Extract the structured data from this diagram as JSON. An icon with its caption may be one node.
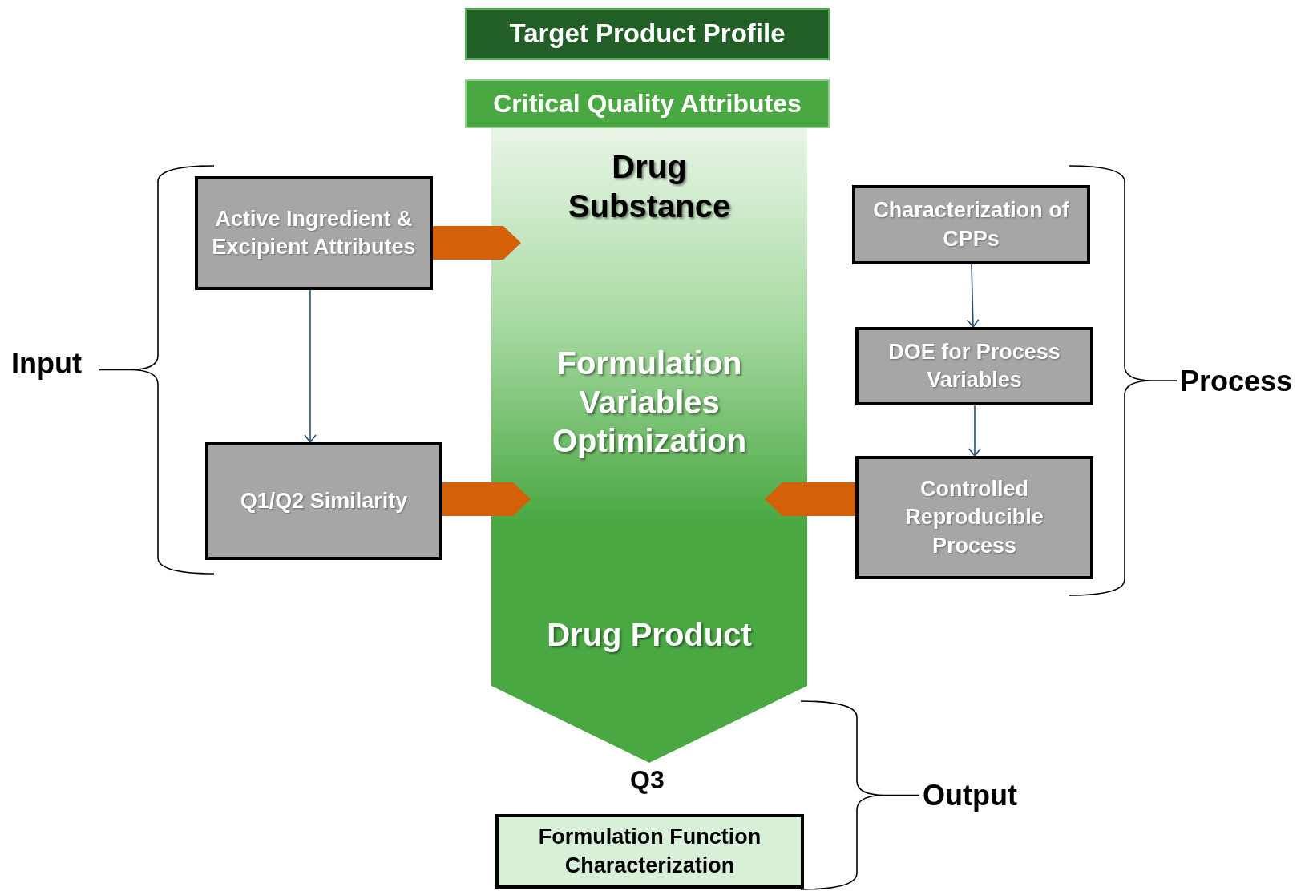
{
  "diagram": {
    "nodes": [
      {
        "text": [
          "Target Product Profile"
        ]
      },
      {
        "text": [
          "Critical Quality Attributes"
        ]
      },
      {
        "text": [],
        "shape": "arrow"
      },
      {
        "text": [
          "Drug Substance"
        ],
        "in": 2
      },
      {
        "text": [
          "Formulation Variables Optimization"
        ],
        "in": 2
      },
      {
        "text": [
          "Drug Product"
        ],
        "in": 2
      },
      {
        "text": [
          "Active Ingredient & Excipient Attributes"
        ]
      },
      {
        "text": [
          "Q1/Q2 Similarity"
        ]
      },
      {
        "text": [
          "Characterization of CPPs"
        ]
      },
      {
        "text": [
          "DOE for Process Variables"
        ]
      },
      {
        "text": [
          "Controlled Reproducible Process"
        ]
      },
      {
        "text": [
          "Formulation Function Characterization"
        ]
      }
    ],
    "edges": [
      {
        "from": 3,
        "to": 4,
        "arrow": "to",
        "color": "#808080"
      },
      {
        "from": 4,
        "to": 5,
        "arrow": "to",
        "color": "#808080"
      },
      {
        "from": 6,
        "to": 7,
        "arrow": "to"
      },
      {
        "from": 8,
        "to": 9,
        "arrow": "to"
      },
      {
        "from": 9,
        "to": 10,
        "arrow": "to"
      },
      {
        "from": 6,
        "to": 2,
        "arrow": "to",
        "color": "#d4600a"
      },
      {
        "from": 7,
        "to": 2,
        "arrow": "to",
        "color": "#d4600a"
      },
      {
        "from": 10,
        "to": 2,
        "arrow": "to",
        "color": "#d4600a"
      }
    ],
    "labels": [
      "Input",
      "Process",
      "Q3",
      "Output"
    ]
  }
}
